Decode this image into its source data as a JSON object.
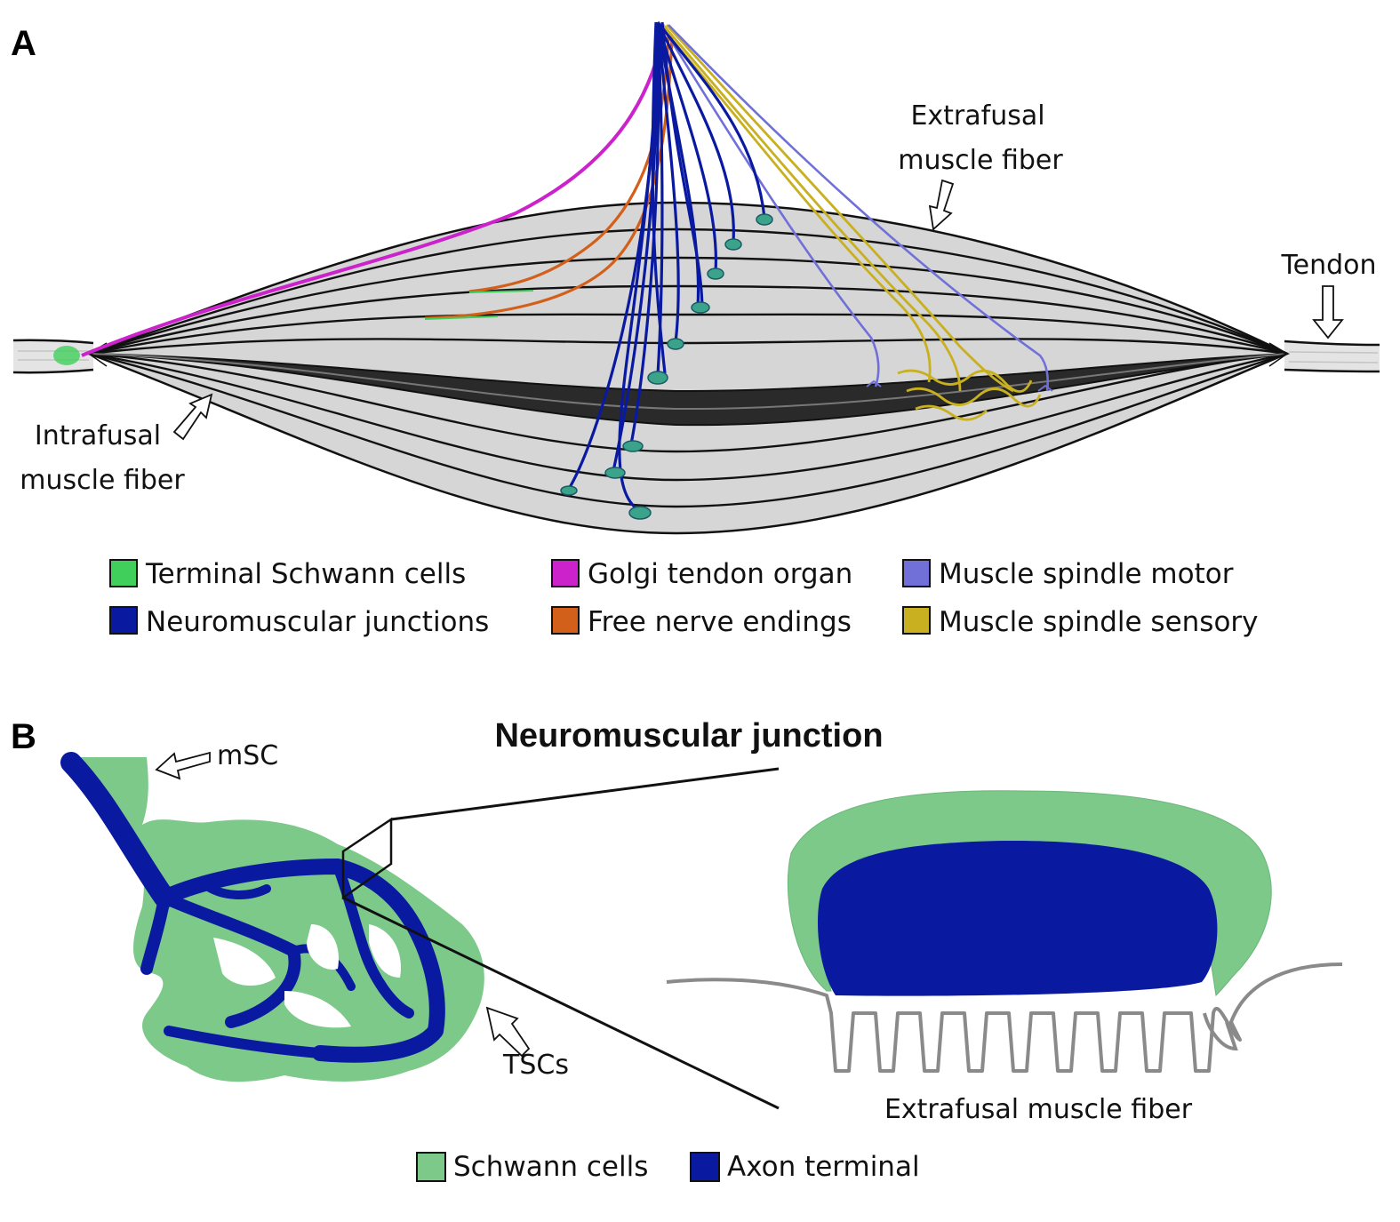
{
  "panel_a": {
    "letter": "A",
    "labels": {
      "extrafusal": [
        "Extrafusal",
        "muscle fiber"
      ],
      "tendon": "Tendon",
      "intrafusal": [
        "Intrafusal",
        "muscle fiber"
      ]
    },
    "legend": [
      {
        "label": "Terminal Schwann cells",
        "color": "#3fcf5a"
      },
      {
        "label": "Golgi tendon organ",
        "color": "#cc22cc"
      },
      {
        "label": "Muscle spindle motor",
        "color": "#7070d8"
      },
      {
        "label": "Neuromuscular junctions",
        "color": "#0a1aa0"
      },
      {
        "label": "Free nerve endings",
        "color": "#d2601a"
      },
      {
        "label": "Muscle spindle sensory",
        "color": "#c8b020"
      }
    ]
  },
  "panel_b": {
    "letter": "B",
    "title": "Neuromuscular junction",
    "labels": {
      "msc": "mSC",
      "tscs": "TSCs",
      "fiber": "Extrafusal muscle fiber"
    },
    "legend": [
      {
        "label": "Schwann cells",
        "color": "#7cc98a"
      },
      {
        "label": "Axon terminal",
        "color": "#0a1aa0"
      }
    ]
  },
  "colors": {
    "muscle_fill": "#d6d6d6",
    "fiber_line": "#111111",
    "intrafusal": "#2a2a2a",
    "tendon": "#e4e4e4",
    "schwann": "#7cc98a",
    "axon": "#0a1aa0",
    "gto": "#cc22cc",
    "free_nerve": "#d2601a",
    "spindle_motor": "#7070d8",
    "spindle_sensory": "#c8b020",
    "tsc_green": "#3fcf5a",
    "membrane": "#8a8a8a"
  }
}
